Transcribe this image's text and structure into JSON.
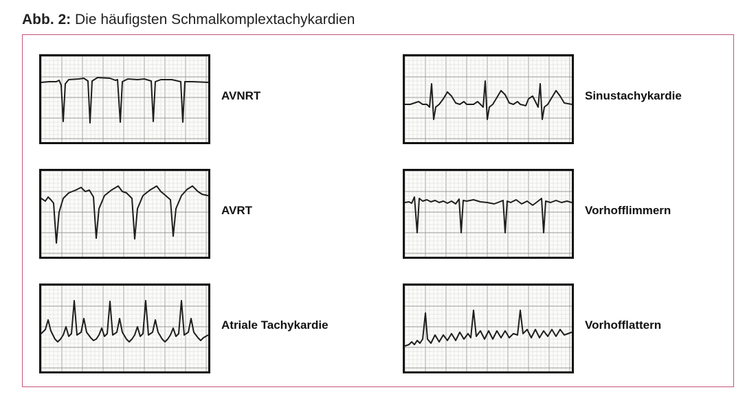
{
  "caption": {
    "label": "Abb. 2:",
    "text": "Die häufigsten Schmalkomplextachykardien"
  },
  "panels": [
    {
      "label": "AVNRT"
    },
    {
      "label": "AVRT"
    },
    {
      "label": "Atriale Tachykardie"
    },
    {
      "label": "Sinustachykardie"
    },
    {
      "label": "Vorhofflimmern"
    },
    {
      "label": "Vorhofflattern"
    }
  ],
  "colors": {
    "frame_border": "#c2527a",
    "grid_minor": "#d9d9d5",
    "grid_major": "#9a9a96",
    "trace": "#1e1e1e"
  }
}
